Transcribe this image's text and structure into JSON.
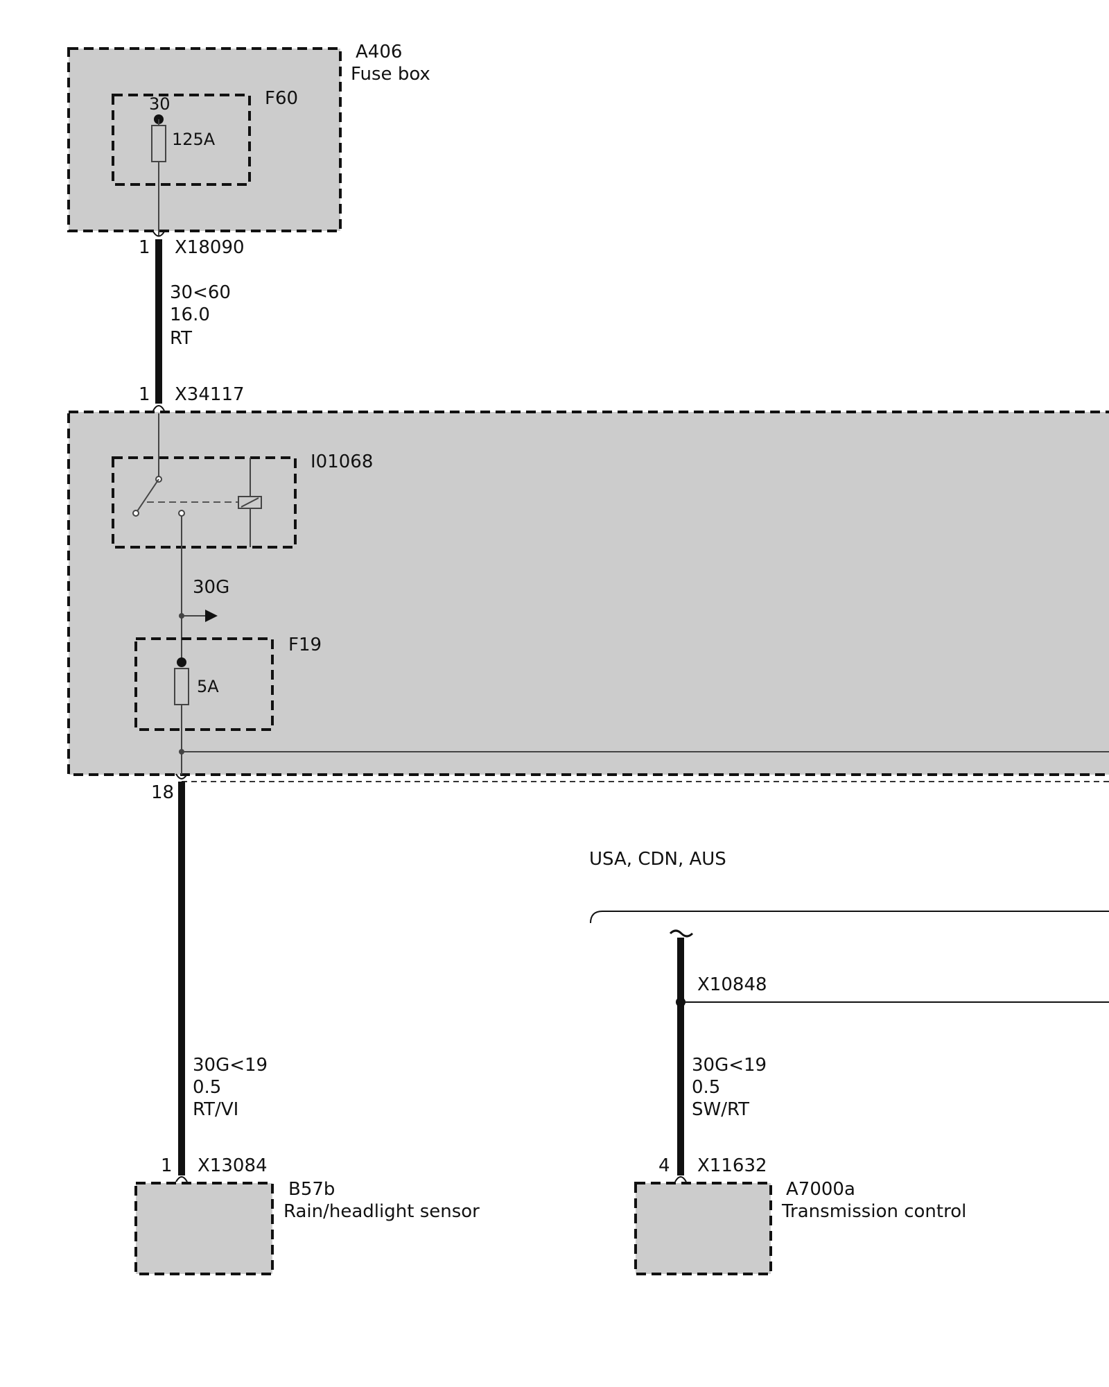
{
  "components": {
    "fuse_box": {
      "id": "A406",
      "name": "Fuse box"
    },
    "fuse_f60": {
      "id": "F60",
      "terminal": "30",
      "rating": "125A"
    },
    "relay": {
      "id": "I01068"
    },
    "fuse_f19": {
      "id": "F19",
      "rating": "5A"
    },
    "rain_sensor": {
      "id": "B57b",
      "name": "Rain/headlight sensor"
    },
    "transmission": {
      "id": "A7000a",
      "name": "Transmission control"
    }
  },
  "connectors": {
    "x18090": {
      "id": "X18090",
      "pin": "1"
    },
    "x34117": {
      "id": "X34117",
      "pin": "1"
    },
    "out18": {
      "pin": "18"
    },
    "x13084": {
      "id": "X13084",
      "pin": "1"
    },
    "x11632": {
      "id": "X11632",
      "pin": "4"
    },
    "x10848": {
      "id": "X10848"
    }
  },
  "wires": {
    "main": {
      "signal": "30<60",
      "gauge": "16.0",
      "color": "RT"
    },
    "net_30g": {
      "signal": "30G"
    },
    "to_sensor": {
      "signal": "30G<19",
      "gauge": "0.5",
      "color": "RT/VI"
    },
    "to_trans": {
      "signal": "30G<19",
      "gauge": "0.5",
      "color": "SW/RT"
    }
  },
  "variant": {
    "label": "USA, CDN, AUS"
  }
}
